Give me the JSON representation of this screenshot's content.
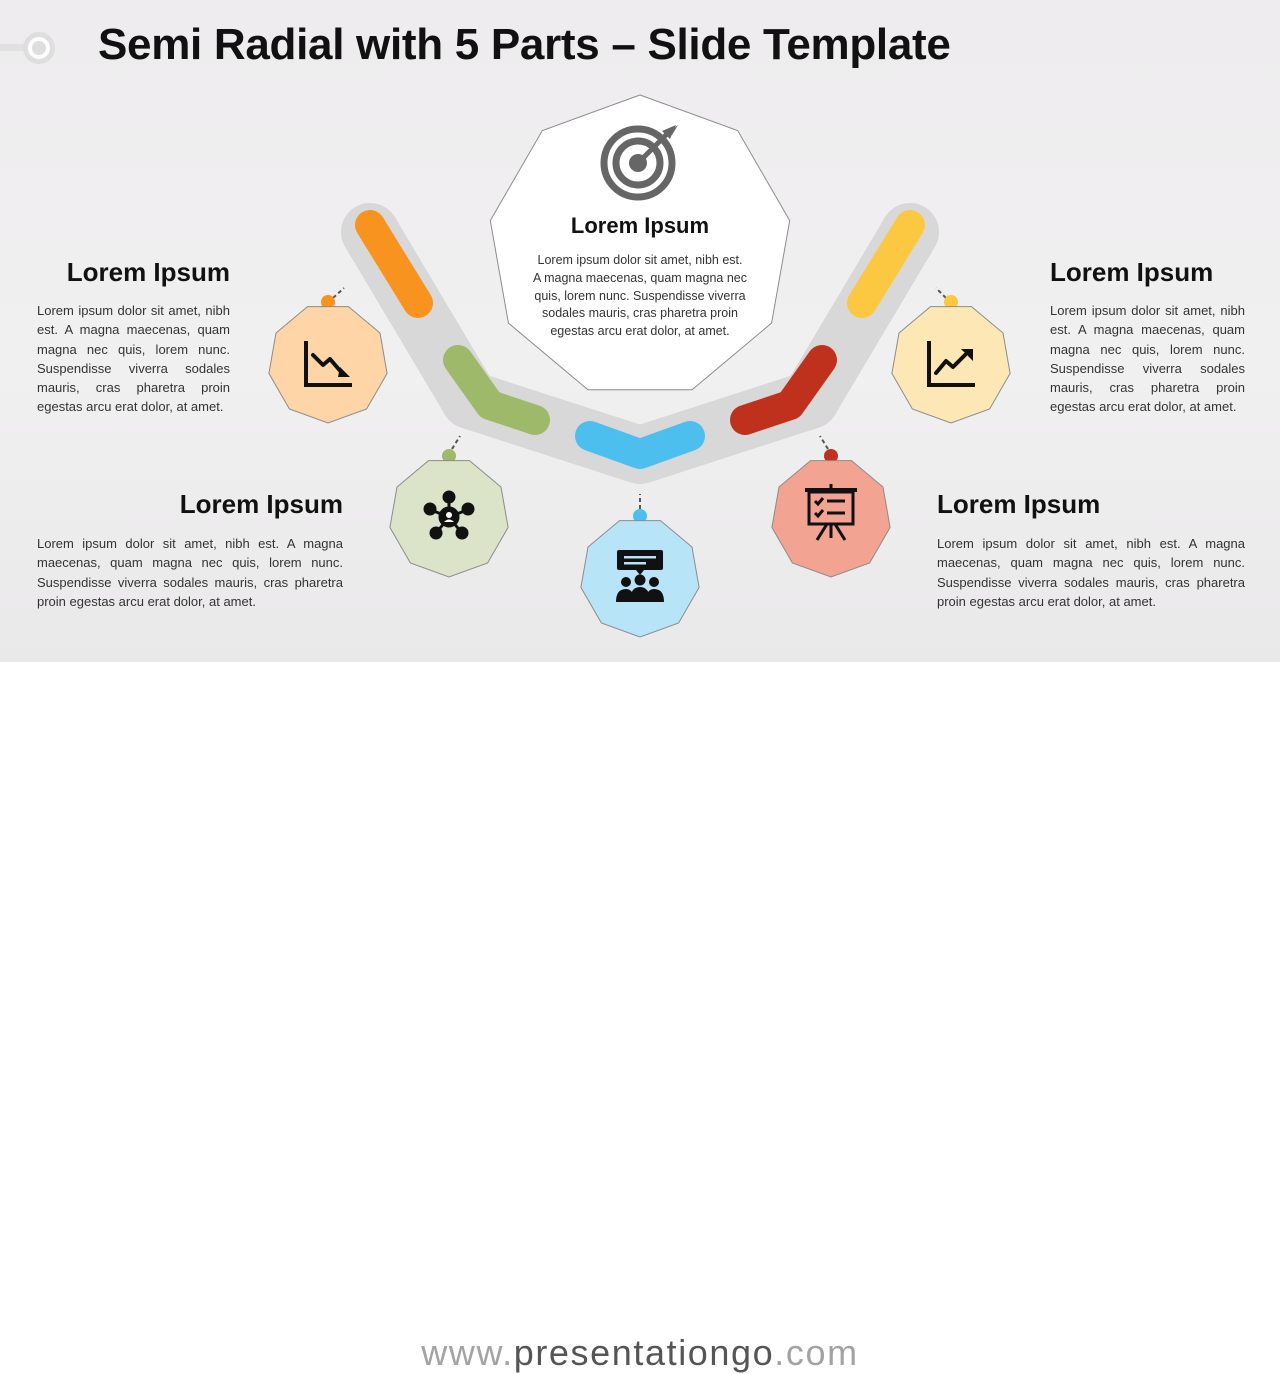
{
  "slide": {
    "title": "Semi Radial with 5 Parts – Slide Template"
  },
  "center": {
    "heading": "Lorem Ipsum",
    "body": "Lorem ipsum dolor sit amet, nibh est. A magna maecenas, quam magna nec quis, lorem nunc. Suspendisse viverra sodales mauris, cras pharetra proin egestas arcu erat dolor, at amet.",
    "icon": "target-icon"
  },
  "items": [
    {
      "id": "left-top",
      "heading": "Lorem Ipsum",
      "body": "Lorem ipsum dolor sit amet, nibh est. A magna maecenas, quam magna nec quis, lorem nunc. Suspendisse viverra sodales mauris, cras pharetra proin egestas arcu erat dolor, at amet.",
      "icon": "chart-down-icon",
      "color": "#f7931e",
      "fill": "#fdd5a6"
    },
    {
      "id": "left-bottom",
      "heading": "Lorem Ipsum",
      "body": "Lorem ipsum dolor sit amet, nibh est. A magna maecenas, quam magna nec quis, lorem nunc. Suspendisse viverra sodales mauris, cras pharetra proin egestas arcu erat dolor, at amet.",
      "icon": "network-icon",
      "color": "#9fb96b",
      "fill": "#dbe4c9"
    },
    {
      "id": "bottom",
      "icon": "meeting-icon",
      "color": "#4dbfee",
      "fill": "#b8e4f8"
    },
    {
      "id": "right-bottom",
      "heading": "Lorem Ipsum",
      "body": "Lorem ipsum dolor sit amet, nibh est. A magna maecenas, quam magna nec quis, lorem nunc. Suspendisse viverra sodales mauris, cras pharetra proin egestas arcu erat dolor, at amet.",
      "icon": "presentation-board-icon",
      "color": "#c0311d",
      "fill": "#f2a392"
    },
    {
      "id": "right-top",
      "heading": "Lorem Ipsum",
      "body": "Lorem ipsum dolor sit amet, nibh est. A magna maecenas, quam magna nec quis, lorem nunc. Suspendisse viverra sodales mauris, cras pharetra proin egestas arcu erat dolor, at amet.",
      "icon": "chart-up-icon",
      "color": "#fdc841",
      "fill": "#fde7b4"
    }
  ],
  "footer": {
    "url_prefix": "www.",
    "url_main": "presentationgo",
    "url_suffix": ".com"
  }
}
